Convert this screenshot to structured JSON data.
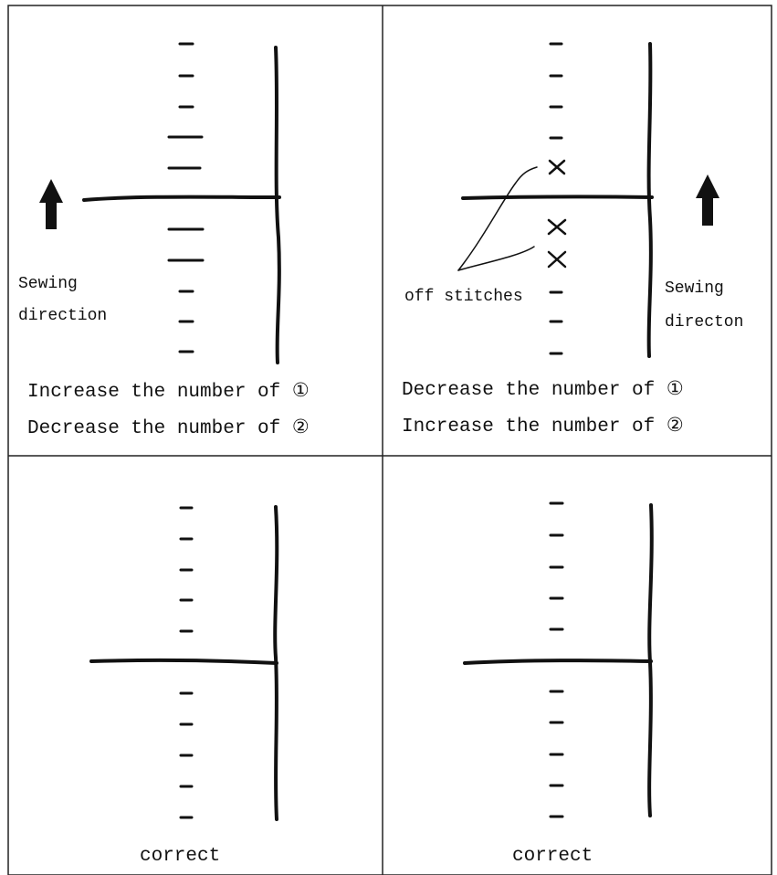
{
  "panels": [
    {
      "id": "top-left",
      "side_label_lines": [
        "Sewing",
        "direction"
      ],
      "caption_lines": [
        "Increase the number of ①",
        "Decrease the number of ②"
      ]
    },
    {
      "id": "top-right",
      "annotation": "off stitches",
      "side_label_lines": [
        "Sewing",
        "directon"
      ],
      "caption_lines": [
        "Decrease the number of ①",
        "Increase the number of ②"
      ]
    },
    {
      "id": "bottom-left",
      "caption_lines": [
        "correct"
      ]
    },
    {
      "id": "bottom-right",
      "caption_lines": [
        "correct"
      ]
    }
  ],
  "colors": {
    "ink": "#111111",
    "border": "#222222",
    "background": "#ffffff"
  },
  "icons": [
    "up-arrow-icon",
    "x-mark-icon"
  ]
}
